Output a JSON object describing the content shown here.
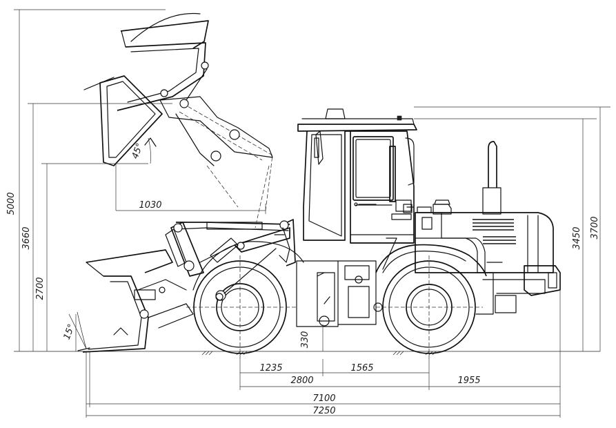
{
  "dimensions": {
    "height_max": "5000",
    "height_3660": "3660",
    "height_2700": "2700",
    "dump_angle": "45°",
    "reach": "1030",
    "ground_angle": "15°",
    "clearance": "330",
    "cab_height": "3450",
    "overall_height": "3700",
    "front_to_axle": "1235",
    "rear_to_axle": "1565",
    "wheelbase": "2800",
    "rear_overhang": "1955",
    "length_7100": "7100",
    "length_7250": "7250"
  },
  "colors": {
    "line": "#111111",
    "background": "#ffffff"
  }
}
